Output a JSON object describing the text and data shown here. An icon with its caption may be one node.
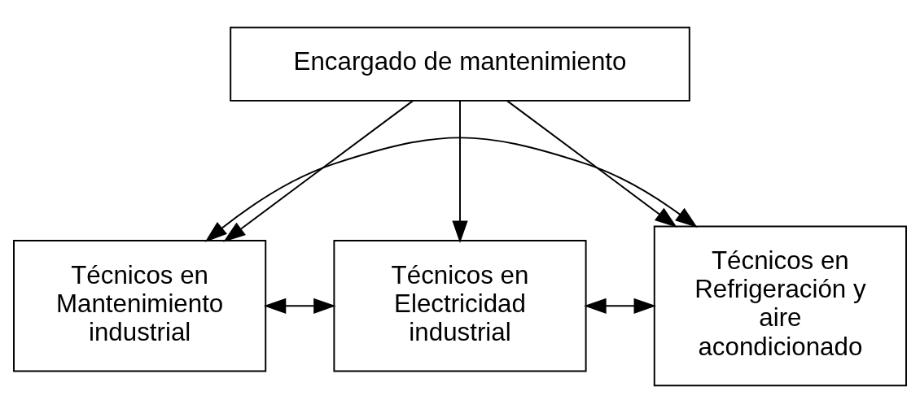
{
  "diagram": {
    "nodes": [
      {
        "text": [
          "Encargado de mantenimiento"
        ]
      },
      {
        "text": [
          "Técnicos en Mantenimiento industrial"
        ]
      },
      {
        "text": [
          "Técnicos en Electricidad industrial"
        ]
      },
      {
        "text": [
          "Técnicos en Refrigeración y aire acondicionado"
        ]
      }
    ],
    "edges": [
      {
        "from": 0,
        "to": 1,
        "arrow": "to"
      },
      {
        "from": 0,
        "to": 2,
        "arrow": "to"
      },
      {
        "from": 0,
        "to": 3,
        "arrow": "to"
      },
      {
        "from": 1,
        "to": 2,
        "arrow": "both"
      },
      {
        "from": 2,
        "to": 3,
        "arrow": "both"
      },
      {
        "from": 3,
        "to": 1,
        "arrow": "both"
      }
    ]
  }
}
